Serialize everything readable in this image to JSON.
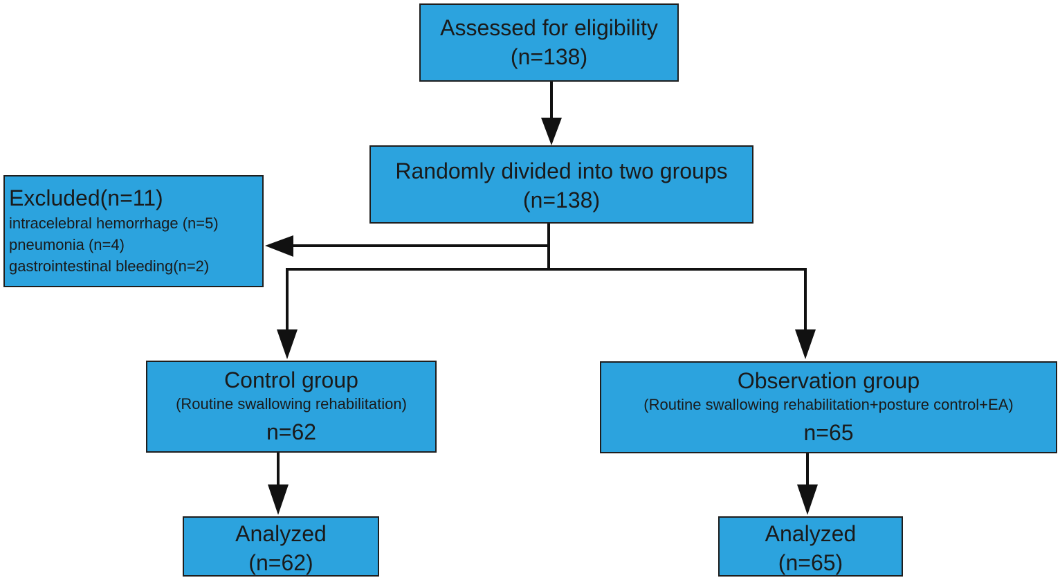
{
  "nodes": {
    "assessed": {
      "title": "Assessed for eligibility",
      "count": "(n=138)"
    },
    "randomized": {
      "title": "Randomly divided into two groups",
      "count": "(n=138)"
    },
    "excluded": {
      "title": "Excluded(n=11)",
      "reasons": [
        "intracelebral hemorrhage (n=5)",
        "pneumonia (n=4)",
        "gastrointestinal bleeding(n=2)"
      ]
    },
    "control": {
      "title": "Control group",
      "detail": "(Routine swallowing rehabilitation)",
      "count": "n=62"
    },
    "observation": {
      "title": "Observation group",
      "detail": "(Routine swallowing rehabilitation+posture control+EA)",
      "count": "n=65"
    },
    "analyzed_control": {
      "title": "Analyzed",
      "count": "(n=62)"
    },
    "analyzed_observation": {
      "title": "Analyzed",
      "count": "(n=65)"
    }
  },
  "colors": {
    "box_fill": "#2ca3de",
    "box_border": "#1e1e1e",
    "arrow": "#111111"
  }
}
